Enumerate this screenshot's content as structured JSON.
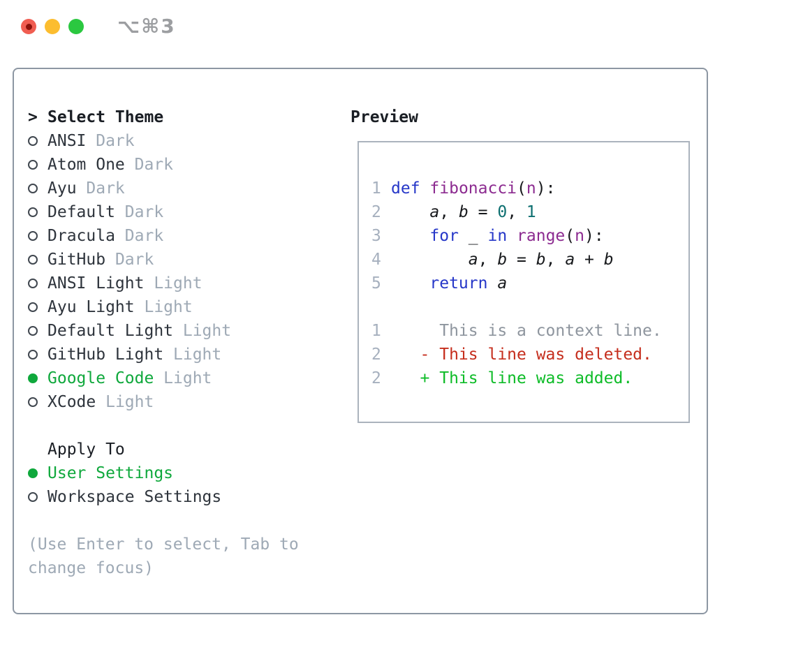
{
  "window": {
    "title": "⌥⌘3",
    "traffic_lights": [
      "close",
      "minimize",
      "zoom"
    ]
  },
  "theme_list": {
    "prefix": ">",
    "header": "Select Theme",
    "items": [
      {
        "name": "ANSI",
        "variant": "Dark",
        "selected": false
      },
      {
        "name": "Atom One",
        "variant": "Dark",
        "selected": false
      },
      {
        "name": "Ayu",
        "variant": "Dark",
        "selected": false
      },
      {
        "name": "Default",
        "variant": "Dark",
        "selected": false
      },
      {
        "name": "Dracula",
        "variant": "Dark",
        "selected": false
      },
      {
        "name": "GitHub",
        "variant": "Dark",
        "selected": false
      },
      {
        "name": "ANSI Light",
        "variant": "Light",
        "selected": false
      },
      {
        "name": "Ayu Light",
        "variant": "Light",
        "selected": false
      },
      {
        "name": "Default Light",
        "variant": "Light",
        "selected": false
      },
      {
        "name": "GitHub Light",
        "variant": "Light",
        "selected": false
      },
      {
        "name": "Google Code",
        "variant": "Light",
        "selected": true
      },
      {
        "name": "XCode",
        "variant": "Light",
        "selected": false
      }
    ]
  },
  "apply_to": {
    "header": "Apply To",
    "options": [
      {
        "label": "User Settings",
        "selected": true
      },
      {
        "label": "Workspace Settings",
        "selected": false
      }
    ]
  },
  "hint": "(Use Enter to select, Tab to change focus)",
  "preview": {
    "title": "Preview",
    "code_lines": [
      {
        "num": "1",
        "tokens": [
          [
            "kw",
            "def"
          ],
          [
            "pl",
            " "
          ],
          [
            "fn",
            "fibonacci"
          ],
          [
            "pl",
            "("
          ],
          [
            "fn",
            "n"
          ],
          [
            "pl",
            "):"
          ]
        ]
      },
      {
        "num": "2",
        "tokens": [
          [
            "pl",
            "    "
          ],
          [
            "var",
            "a"
          ],
          [
            "pl",
            ", "
          ],
          [
            "var",
            "b"
          ],
          [
            "pl",
            " = "
          ],
          [
            "num",
            "0"
          ],
          [
            "pl",
            ", "
          ],
          [
            "num",
            "1"
          ]
        ]
      },
      {
        "num": "3",
        "tokens": [
          [
            "pl",
            "    "
          ],
          [
            "kw",
            "for"
          ],
          [
            "pl",
            " _ "
          ],
          [
            "kw",
            "in"
          ],
          [
            "pl",
            " "
          ],
          [
            "fn",
            "range"
          ],
          [
            "pl",
            "("
          ],
          [
            "fn",
            "n"
          ],
          [
            "pl",
            "):"
          ]
        ]
      },
      {
        "num": "4",
        "tokens": [
          [
            "pl",
            "        "
          ],
          [
            "var",
            "a"
          ],
          [
            "pl",
            ", "
          ],
          [
            "var",
            "b"
          ],
          [
            "pl",
            " = "
          ],
          [
            "var",
            "b"
          ],
          [
            "pl",
            ", "
          ],
          [
            "var",
            "a"
          ],
          [
            "pl",
            " + "
          ],
          [
            "var",
            "b"
          ]
        ]
      },
      {
        "num": "5",
        "tokens": [
          [
            "pl",
            "    "
          ],
          [
            "kw",
            "return"
          ],
          [
            "pl",
            " "
          ],
          [
            "var",
            "a"
          ]
        ]
      }
    ],
    "diff_lines": [
      {
        "num": "1",
        "type": "context",
        "text": "     This is a context line."
      },
      {
        "num": "2",
        "type": "deleted",
        "text": "   - This line was deleted."
      },
      {
        "num": "2",
        "type": "added",
        "text": "   + This line was added."
      }
    ]
  },
  "colors": {
    "accent_green": "#0fa83c",
    "added_green": "#0ebc28",
    "deleted_red": "#c52e1d",
    "keyword_blue": "#2637c8",
    "function_purple": "#8c2b90",
    "number_teal": "#0d6f70",
    "code_black": "#17191c",
    "text_dark": "#2e343c",
    "header_dark": "#1a1e24",
    "muted_gray": "#9ea9b5",
    "line_number_gray": "#a6b0be",
    "context_gray": "#8e959e",
    "frame_border": "#8d97a3",
    "preview_border": "#abb3bd",
    "title_gray": "#9c9ea1"
  }
}
